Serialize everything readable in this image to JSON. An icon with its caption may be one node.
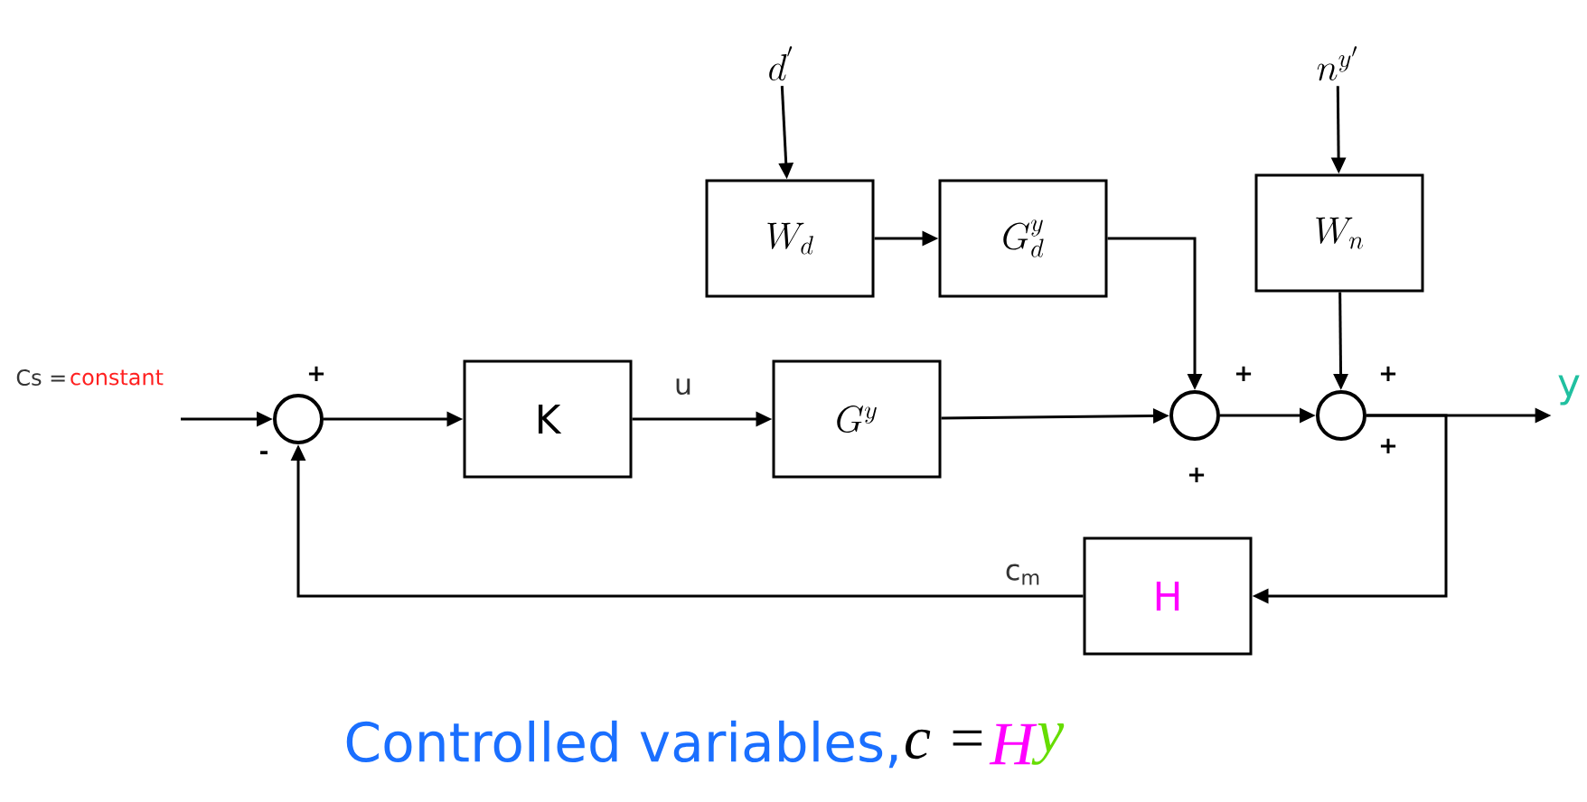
{
  "diagram": {
    "caption": "Controlled variables,",
    "nodes": [
      {
        "text": [
          "d^{'}"
        ]
      },
      {
        "text": [
          "n^{y'}"
        ]
      },
      {
        "text": [
          "W_d"
        ]
      },
      {
        "text": [
          "G_d^y"
        ]
      },
      {
        "text": [
          "W_n"
        ]
      },
      {
        "text": [],
        "shape": "circle"
      },
      {
        "text": [
          "K"
        ]
      },
      {
        "text": [
          "G^y"
        ]
      },
      {
        "text": [],
        "shape": "circle"
      },
      {
        "text": [],
        "shape": "circle"
      },
      {
        "text": [
          "y"
        ]
      },
      {
        "text": [
          "H"
        ]
      }
    ],
    "edges": [
      {
        "from": 0,
        "to": 2,
        "arrow": "to"
      },
      {
        "from": 2,
        "to": 3,
        "arrow": "to"
      },
      {
        "from": 3,
        "to": 8,
        "arrow": "to"
      },
      {
        "from": 1,
        "to": 4,
        "arrow": "to"
      },
      {
        "from": 4,
        "to": 9,
        "arrow": "to"
      },
      {
        "from": null,
        "to": 5,
        "arrow": "to"
      },
      {
        "from": 5,
        "to": 6,
        "arrow": "to"
      },
      {
        "from": 6,
        "to": 7,
        "label": "u",
        "arrow": "to"
      },
      {
        "from": 7,
        "to": 8,
        "arrow": "to"
      },
      {
        "from": 8,
        "to": 9,
        "arrow": "to"
      },
      {
        "from": 9,
        "to": 10,
        "arrow": "to"
      },
      {
        "from": 9,
        "to": 11,
        "arrow": "to"
      },
      {
        "from": 11,
        "to": 5,
        "label": "c$_{m}$",
        "arrow": "to"
      }
    ],
    "labels": [
      "Cs =",
      "constant",
      "+",
      "-",
      "+",
      "+",
      "+",
      "+",
      "c =",
      "H",
      "y"
    ]
  }
}
